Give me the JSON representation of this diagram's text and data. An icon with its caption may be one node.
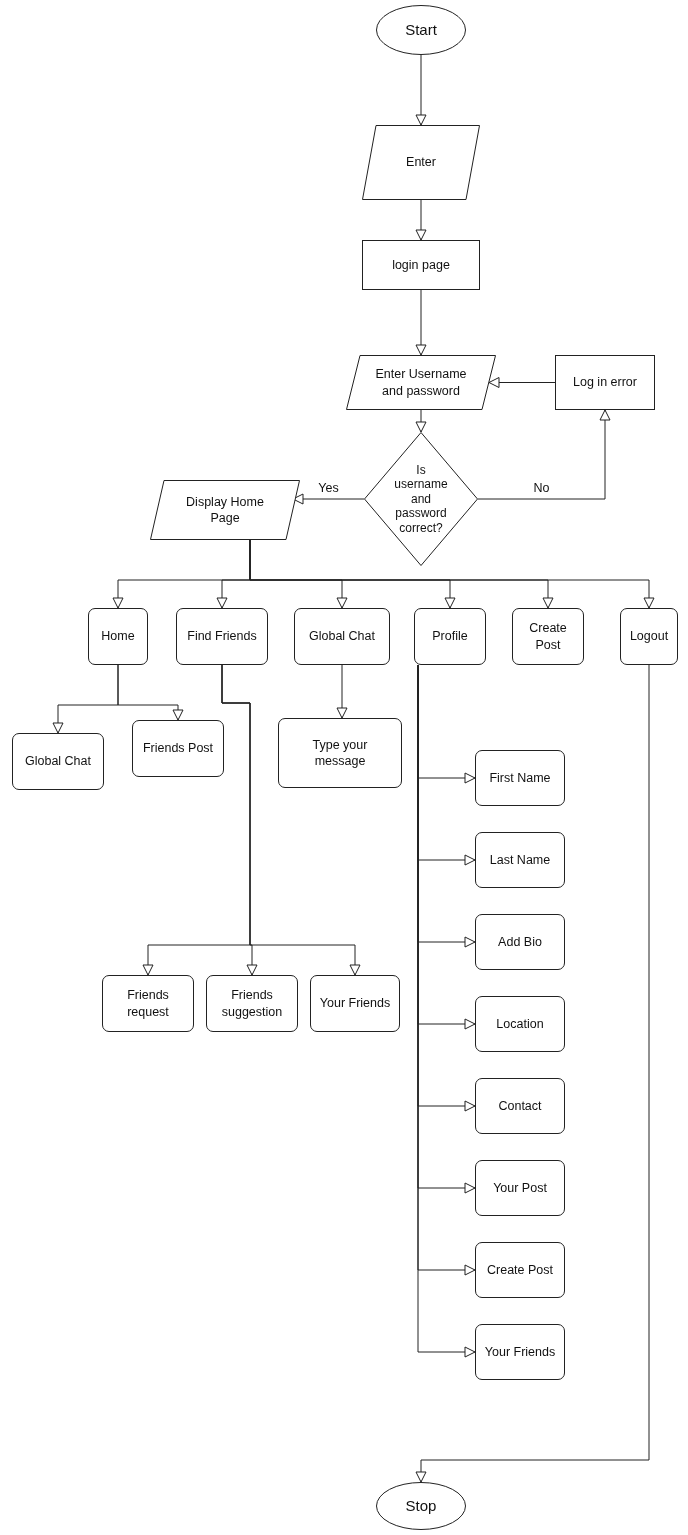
{
  "diagram": {
    "nodes": [
      {
        "text": [
          "Start"
        ]
      },
      {
        "text": [
          "Enter"
        ]
      },
      {
        "text": [
          "login page"
        ]
      },
      {
        "text": [
          "Enter Username and password"
        ]
      },
      {
        "text": [
          "Log in error"
        ]
      },
      {
        "text": [
          "Is username and password correct?"
        ]
      },
      {
        "text": [
          "Display Home Page"
        ]
      },
      {
        "text": [
          "Home"
        ]
      },
      {
        "text": [
          "Find Friends"
        ]
      },
      {
        "text": [
          "Global Chat"
        ]
      },
      {
        "text": [
          "Profile"
        ]
      },
      {
        "text": [
          "Create Post"
        ]
      },
      {
        "text": [
          "Logout"
        ]
      },
      {
        "text": [
          "Global Chat"
        ]
      },
      {
        "text": [
          "Friends Post"
        ]
      },
      {
        "text": [
          "Type your message"
        ]
      },
      {
        "text": [
          "Friends request"
        ]
      },
      {
        "text": [
          "Friends suggestion"
        ]
      },
      {
        "text": [
          "Your Friends"
        ]
      },
      {
        "text": [
          "First Name"
        ]
      },
      {
        "text": [
          "Last Name"
        ]
      },
      {
        "text": [
          "Add Bio"
        ]
      },
      {
        "text": [
          "Location"
        ]
      },
      {
        "text": [
          "Contact"
        ]
      },
      {
        "text": [
          "Your Post"
        ]
      },
      {
        "text": [
          "Create Post"
        ]
      },
      {
        "text": [
          "Your Friends"
        ]
      },
      {
        "text": [
          "Stop"
        ]
      }
    ],
    "edges": [
      {
        "from": 0,
        "to": 1,
        "arrow": "to"
      },
      {
        "from": 1,
        "to": 2,
        "arrow": "to"
      },
      {
        "from": 2,
        "to": 3,
        "arrow": "to"
      },
      {
        "from": 3,
        "to": 5,
        "arrow": "to"
      },
      {
        "from": 5,
        "to": 6,
        "arrow": "to",
        "label": "Yes"
      },
      {
        "from": 5,
        "to": 4,
        "arrow": "to",
        "label": "No"
      },
      {
        "from": 4,
        "to": 3,
        "arrow": "to"
      },
      {
        "from": 6,
        "to": 7,
        "arrow": "to"
      },
      {
        "from": 6,
        "to": 8,
        "arrow": "to"
      },
      {
        "from": 6,
        "to": 9,
        "arrow": "to"
      },
      {
        "from": 6,
        "to": 10,
        "arrow": "to"
      },
      {
        "from": 6,
        "to": 11,
        "arrow": "to"
      },
      {
        "from": 6,
        "to": 12,
        "arrow": "to"
      },
      {
        "from": 7,
        "to": 13,
        "arrow": "to"
      },
      {
        "from": 7,
        "to": 14,
        "arrow": "to"
      },
      {
        "from": 9,
        "to": 15,
        "arrow": "to"
      },
      {
        "from": 8,
        "to": 16,
        "arrow": "to"
      },
      {
        "from": 8,
        "to": 17,
        "arrow": "to"
      },
      {
        "from": 8,
        "to": 18,
        "arrow": "to"
      },
      {
        "from": 10,
        "to": 19,
        "arrow": "to"
      },
      {
        "from": 10,
        "to": 20,
        "arrow": "to"
      },
      {
        "from": 10,
        "to": 21,
        "arrow": "to"
      },
      {
        "from": 10,
        "to": 22,
        "arrow": "to"
      },
      {
        "from": 10,
        "to": 23,
        "arrow": "to"
      },
      {
        "from": 10,
        "to": 24,
        "arrow": "to"
      },
      {
        "from": 10,
        "to": 25,
        "arrow": "to"
      },
      {
        "from": 10,
        "to": 26,
        "arrow": "to"
      },
      {
        "from": 12,
        "to": 27,
        "arrow": "to"
      }
    ]
  }
}
